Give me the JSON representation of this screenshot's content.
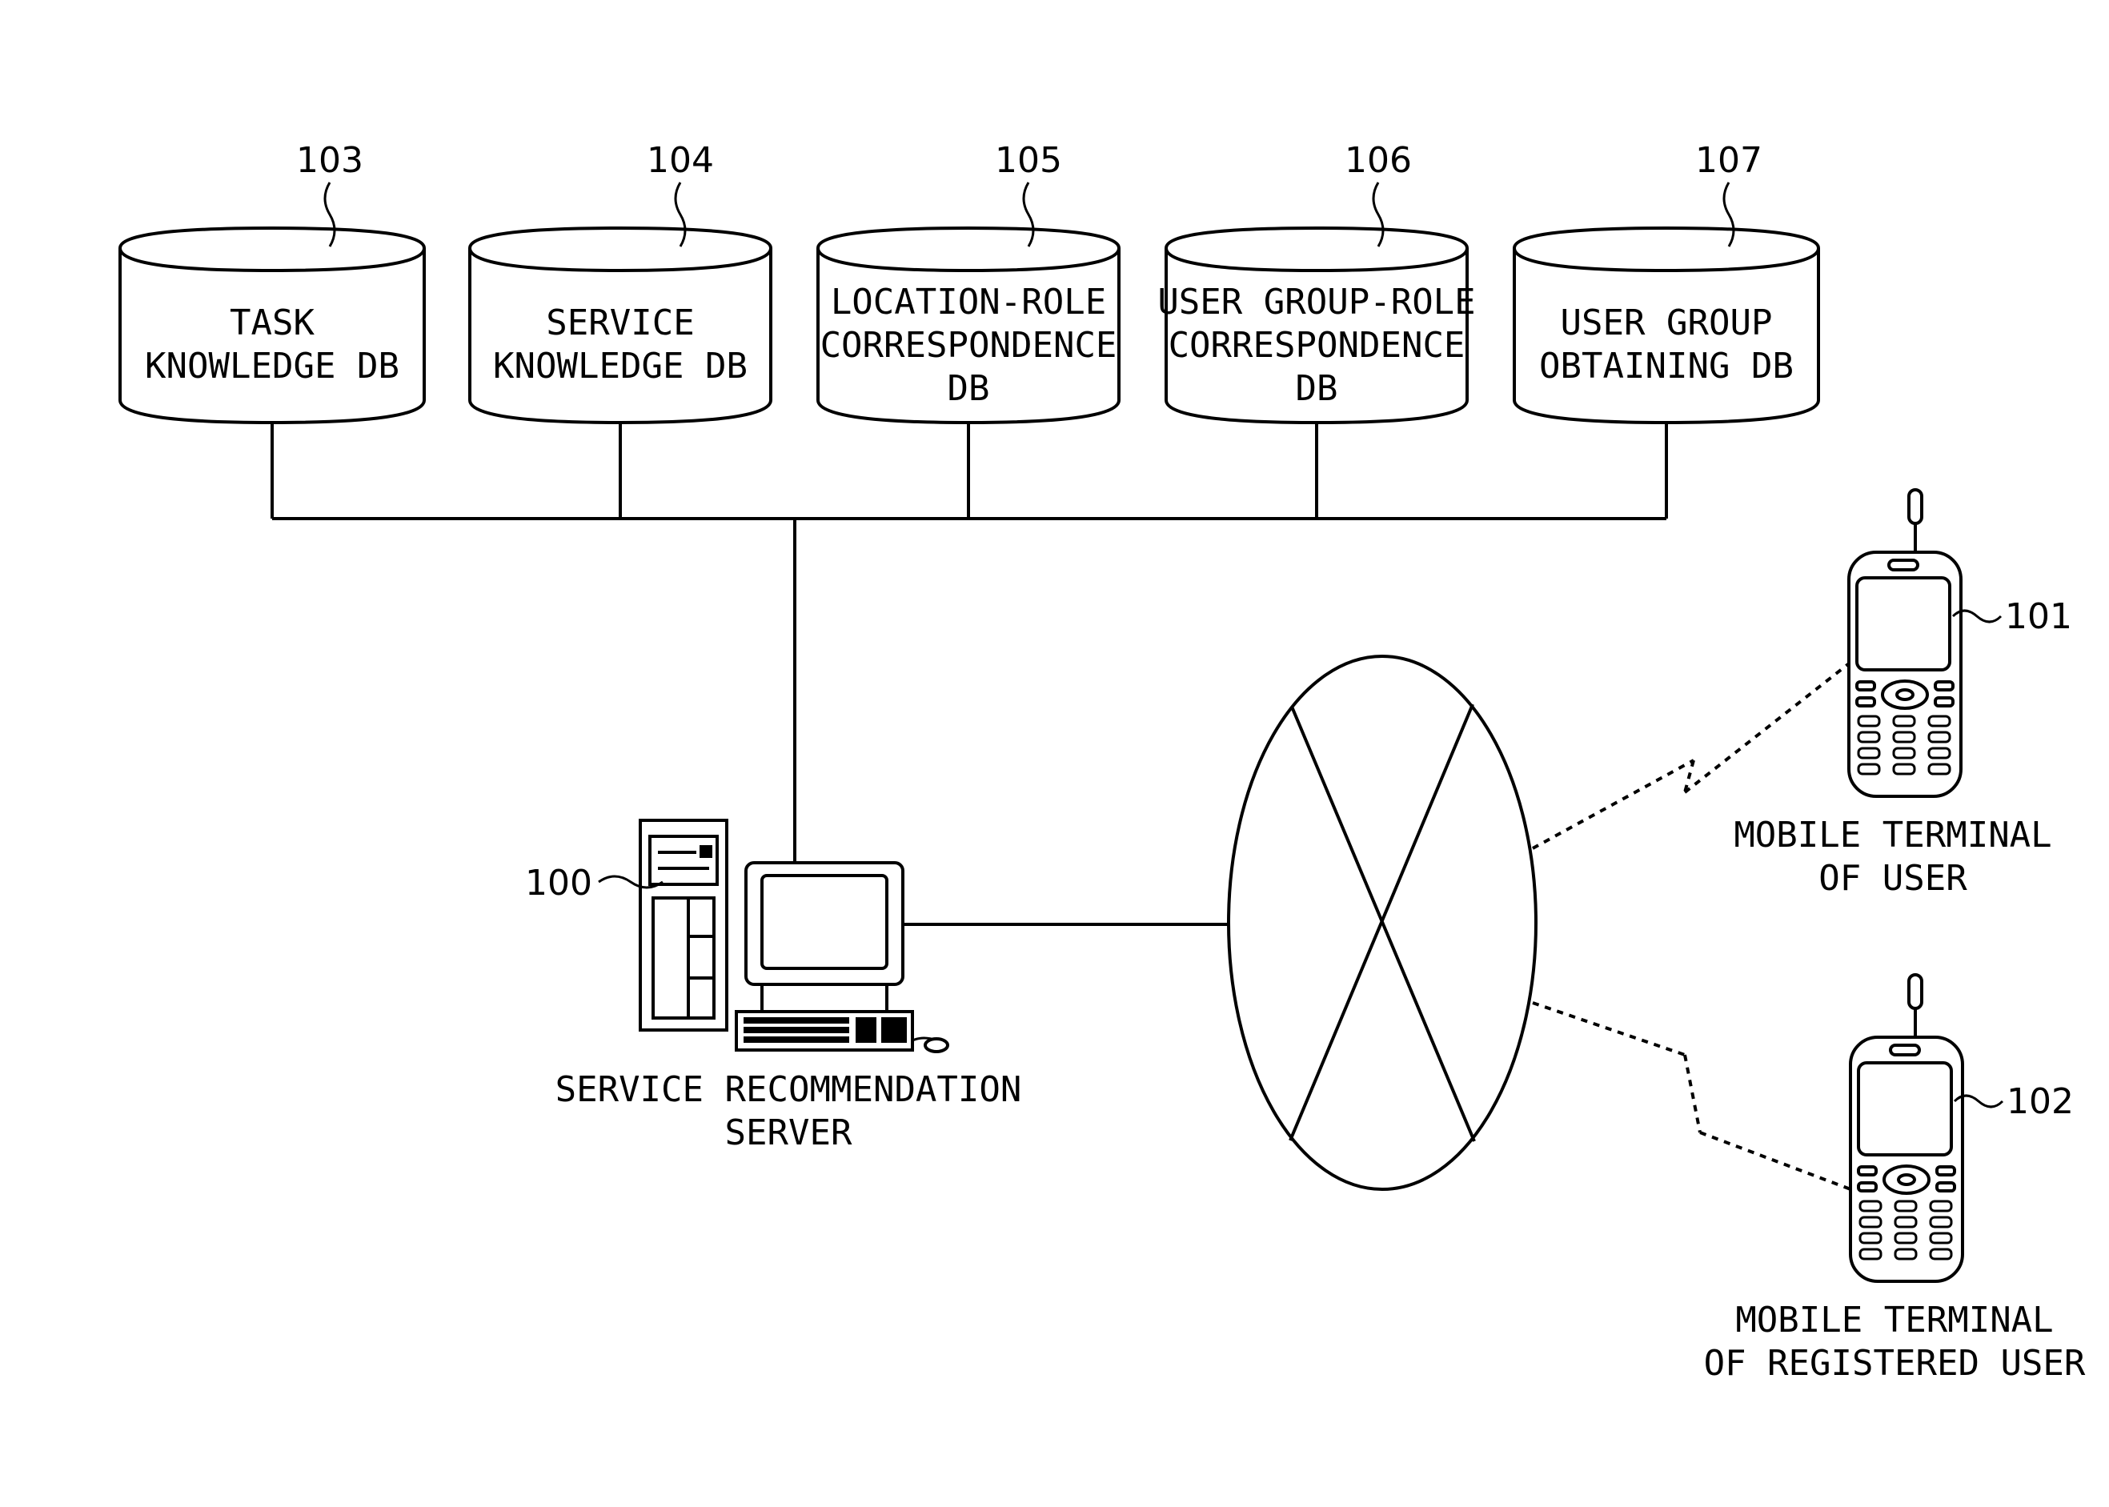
{
  "databases": [
    {
      "ref": "103",
      "lines": [
        "TASK",
        "KNOWLEDGE DB"
      ]
    },
    {
      "ref": "104",
      "lines": [
        "SERVICE",
        "KNOWLEDGE DB"
      ]
    },
    {
      "ref": "105",
      "lines": [
        "LOCATION-ROLE",
        "CORRESPONDENCE",
        "DB"
      ]
    },
    {
      "ref": "106",
      "lines": [
        "USER GROUP-ROLE",
        "CORRESPONDENCE",
        "DB"
      ]
    },
    {
      "ref": "107",
      "lines": [
        "USER GROUP",
        "OBTAINING DB"
      ]
    }
  ],
  "server": {
    "ref": "100",
    "label_lines": [
      "SERVICE RECOMMENDATION",
      "SERVER"
    ]
  },
  "terminals": [
    {
      "ref": "101",
      "label_lines": [
        "MOBILE TERMINAL",
        "OF USER"
      ]
    },
    {
      "ref": "102",
      "label_lines": [
        "MOBILE TERMINAL",
        "OF REGISTERED USER"
      ]
    }
  ]
}
